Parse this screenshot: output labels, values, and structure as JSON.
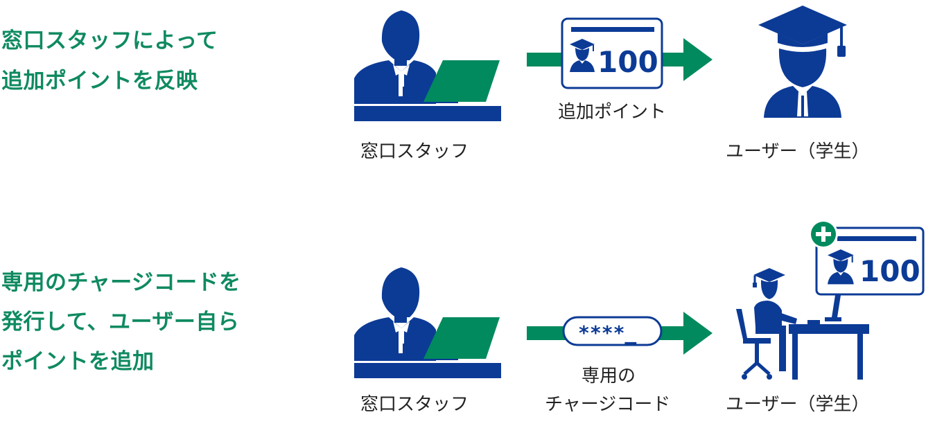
{
  "colors": {
    "navy": "#0c3b96",
    "green": "#008a5e",
    "text": "#222222",
    "heading": "#0f8a60"
  },
  "row1": {
    "heading_line1": "窓口スタッフによって",
    "heading_line2": "追加ポイントを反映",
    "staff_label": "窓口スタッフ",
    "card_points": "100",
    "arrow_label": "追加ポイント",
    "user_label": "ユーザー（学生）"
  },
  "row2": {
    "heading_line1": "専用のチャージコードを",
    "heading_line2": "発行して、ユーザー自ら",
    "heading_line3": "ポイントを追加",
    "staff_label": "窓口スタッフ",
    "code_mask": "****_",
    "arrow_label_line1": "専用の",
    "arrow_label_line2": "チャージコード",
    "card_points": "100",
    "user_label": "ユーザー（学生）"
  },
  "icons": [
    "staff-at-laptop-icon",
    "point-card-icon",
    "graduate-icon",
    "charge-code-field-icon",
    "plus-badge-icon",
    "graduate-at-desk-icon",
    "arrow-right-icon"
  ]
}
